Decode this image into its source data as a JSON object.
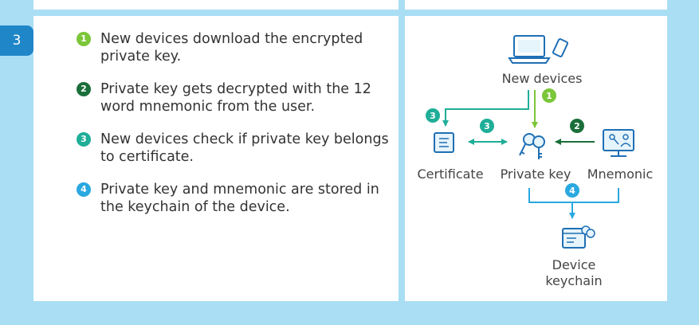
{
  "step_number": "3",
  "steps": [
    {
      "num": "1",
      "text": "New devices download the encrypted private key."
    },
    {
      "num": "2",
      "text": "Private key gets decrypted with the 12 word mnemonic from the user."
    },
    {
      "num": "3",
      "text": "New devices check if private key belongs to certificate."
    },
    {
      "num": "4",
      "text": "Private key and mnemonic are stored in the keychain of the device."
    }
  ],
  "diagram": {
    "new_devices_label": "New devices",
    "certificate_label": "Certificate",
    "private_key_label": "Private key",
    "mnemonic_label": "Mnemonic",
    "device_keychain_label_1": "Device",
    "device_keychain_label_2": "keychain",
    "badges": [
      "1",
      "2",
      "3",
      "3",
      "4"
    ]
  },
  "colors": {
    "background": "#a9def5",
    "step_badge": "#1f86c8",
    "step1": "#7cc639",
    "step2": "#1b6f3a",
    "step3": "#1fae98",
    "step4": "#2aa8e0"
  },
  "icons": [
    "laptop-icon",
    "phone-icon",
    "certificate-icon",
    "keys-icon",
    "mnemonic-monitor-icon",
    "keychain-icon"
  ]
}
